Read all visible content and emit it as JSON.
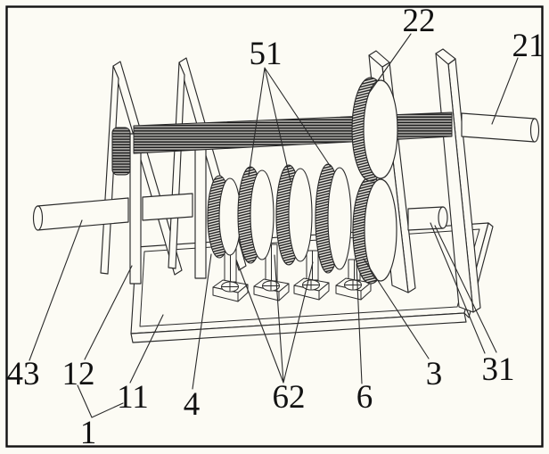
{
  "figure": {
    "colors": {
      "background": "#fcfbf4",
      "ink": "#2a2a2a",
      "frame_border": "#111111"
    },
    "labels": [
      {
        "id": "22",
        "text": "22"
      },
      {
        "id": "21",
        "text": "21"
      },
      {
        "id": "51",
        "text": "51"
      },
      {
        "id": "43",
        "text": "43"
      },
      {
        "id": "12",
        "text": "12"
      },
      {
        "id": "11",
        "text": "11"
      },
      {
        "id": "1",
        "text": "1"
      },
      {
        "id": "4",
        "text": "4"
      },
      {
        "id": "62",
        "text": "62"
      },
      {
        "id": "6",
        "text": "6"
      },
      {
        "id": "3",
        "text": "3"
      },
      {
        "id": "31",
        "text": "31"
      }
    ]
  }
}
